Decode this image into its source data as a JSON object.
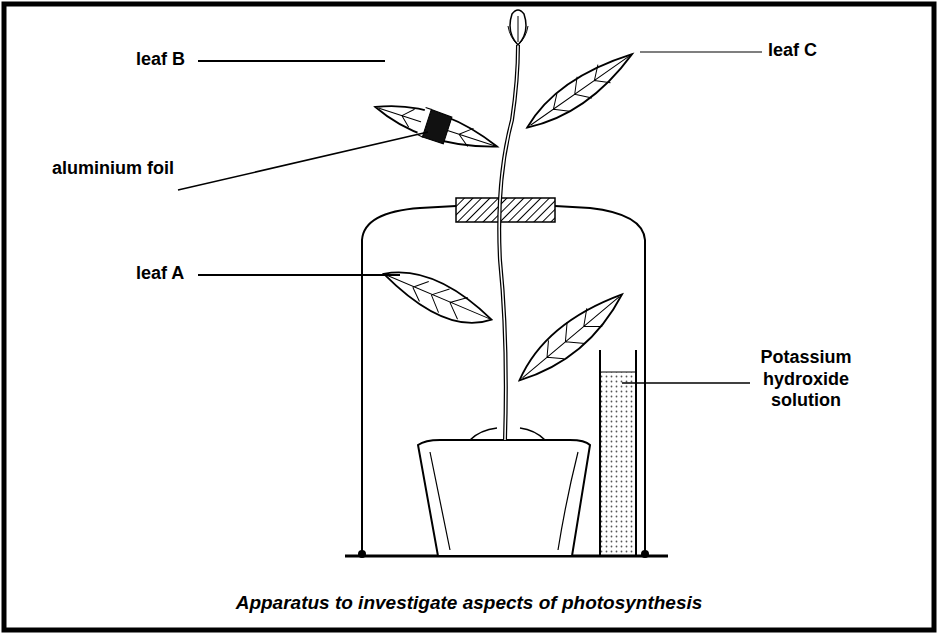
{
  "diagram": {
    "caption": "Apparatus to investigate aspects of photosynthesis",
    "labels": [
      "leaf B",
      "leaf C",
      "aluminium foil",
      "leaf A",
      "Potassium hydroxide solution"
    ]
  }
}
